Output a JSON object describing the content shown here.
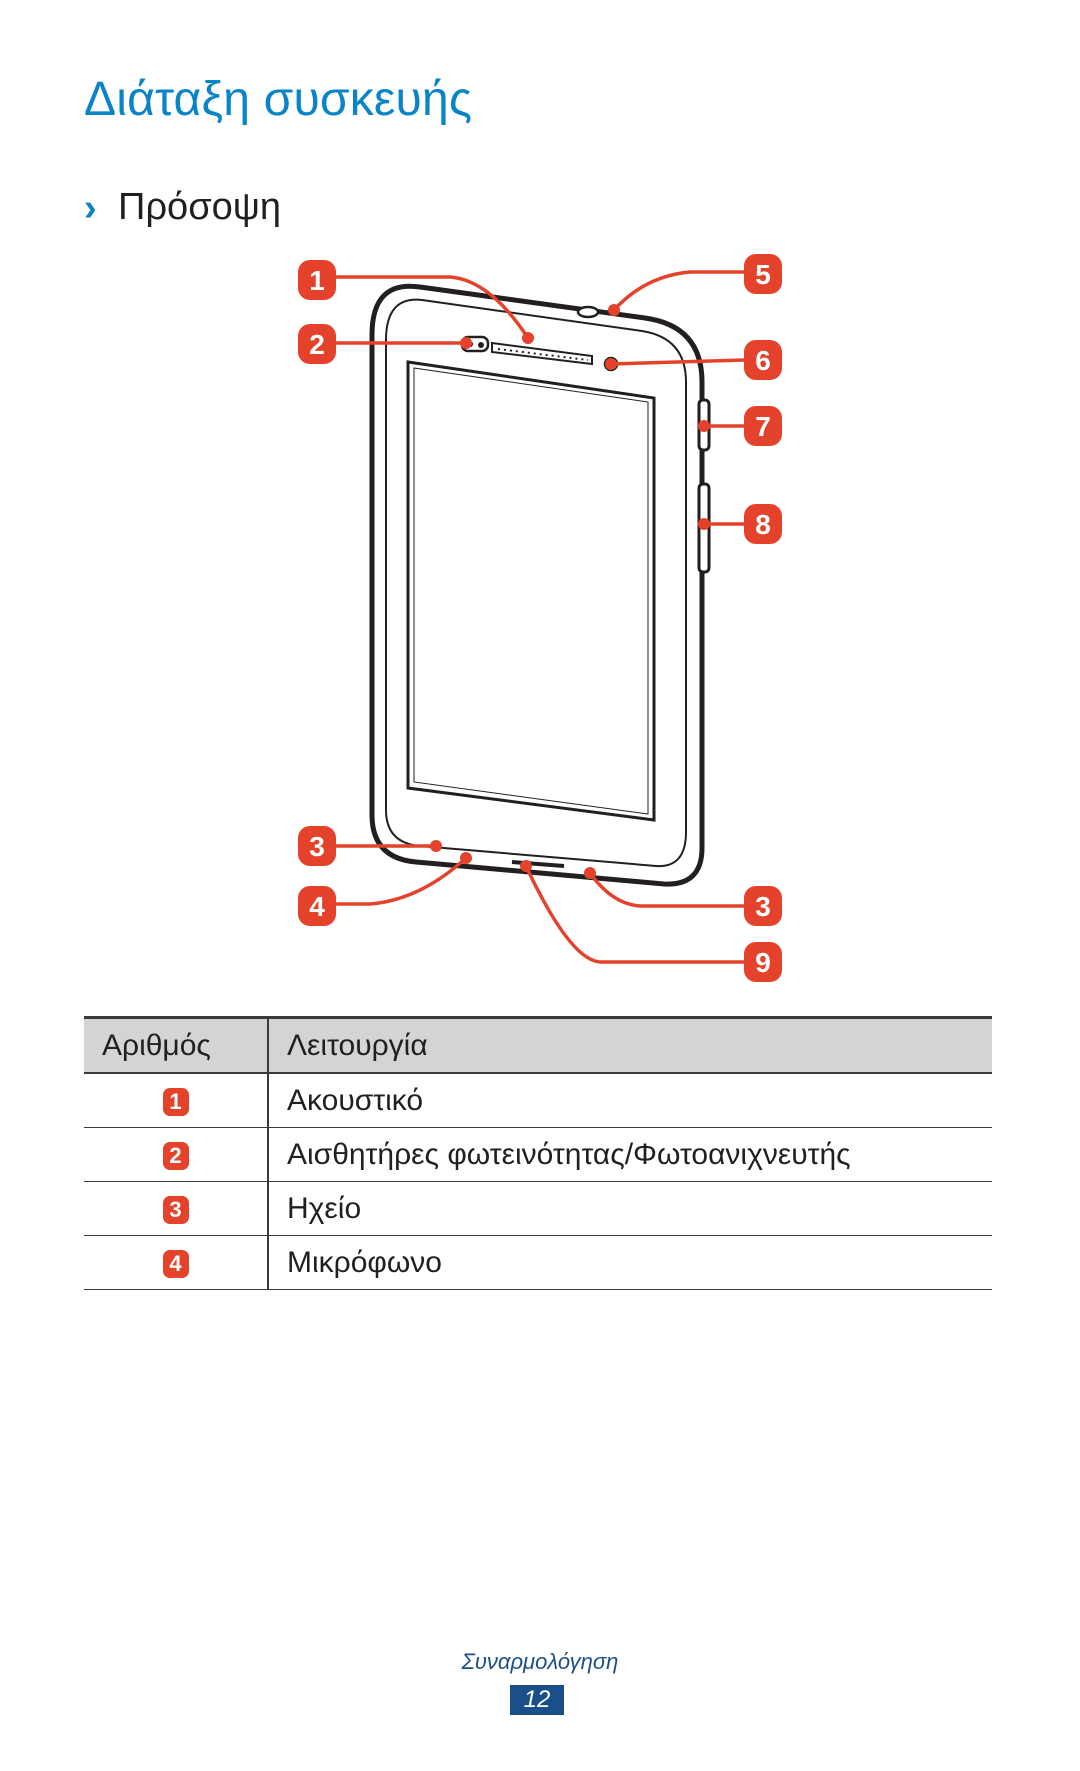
{
  "page": {
    "title": "Διάταξη συσκευής",
    "section_title": "Πρόσοψη",
    "footer_label": "Συναρμολόγηση",
    "page_number": "12"
  },
  "diagram": {
    "callouts": [
      "1",
      "2",
      "3",
      "4",
      "5",
      "6",
      "7",
      "8",
      "3",
      "9"
    ]
  },
  "table": {
    "headers": [
      "Αριθμός",
      "Λειτουργία"
    ],
    "rows": [
      {
        "number": "1",
        "function": "Ακουστικό"
      },
      {
        "number": "2",
        "function": "Αισθητήρες φωτεινότητας/Φωτοανιχνευτής"
      },
      {
        "number": "3",
        "function": "Ηχείο"
      },
      {
        "number": "4",
        "function": "Μικρόφωνο"
      }
    ]
  },
  "colors": {
    "title": "#0a84c8",
    "callout": "#e4422a",
    "footer": "#1b4f8a"
  }
}
